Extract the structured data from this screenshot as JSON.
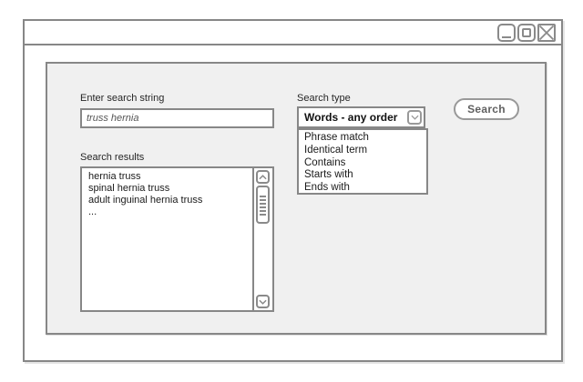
{
  "window": {
    "controls": {
      "minimize": "minimize",
      "maximize": "maximize",
      "close": "close"
    }
  },
  "search": {
    "input_label": "Enter search string",
    "input_value": "truss hernia",
    "button_label": "Search"
  },
  "results": {
    "label": "Search results",
    "items": [
      "hernia truss",
      "spinal hernia truss",
      "adult inguinal hernia truss",
      "..."
    ]
  },
  "search_type": {
    "label": "Search type",
    "selected": "Words - any order",
    "options": [
      "Phrase match",
      "Identical term",
      "Contains",
      "Starts with",
      "Ends with"
    ]
  },
  "colors": {
    "window_border": "#878787",
    "panel_bg": "#f0f0f0",
    "text": "#1a1a1a"
  }
}
